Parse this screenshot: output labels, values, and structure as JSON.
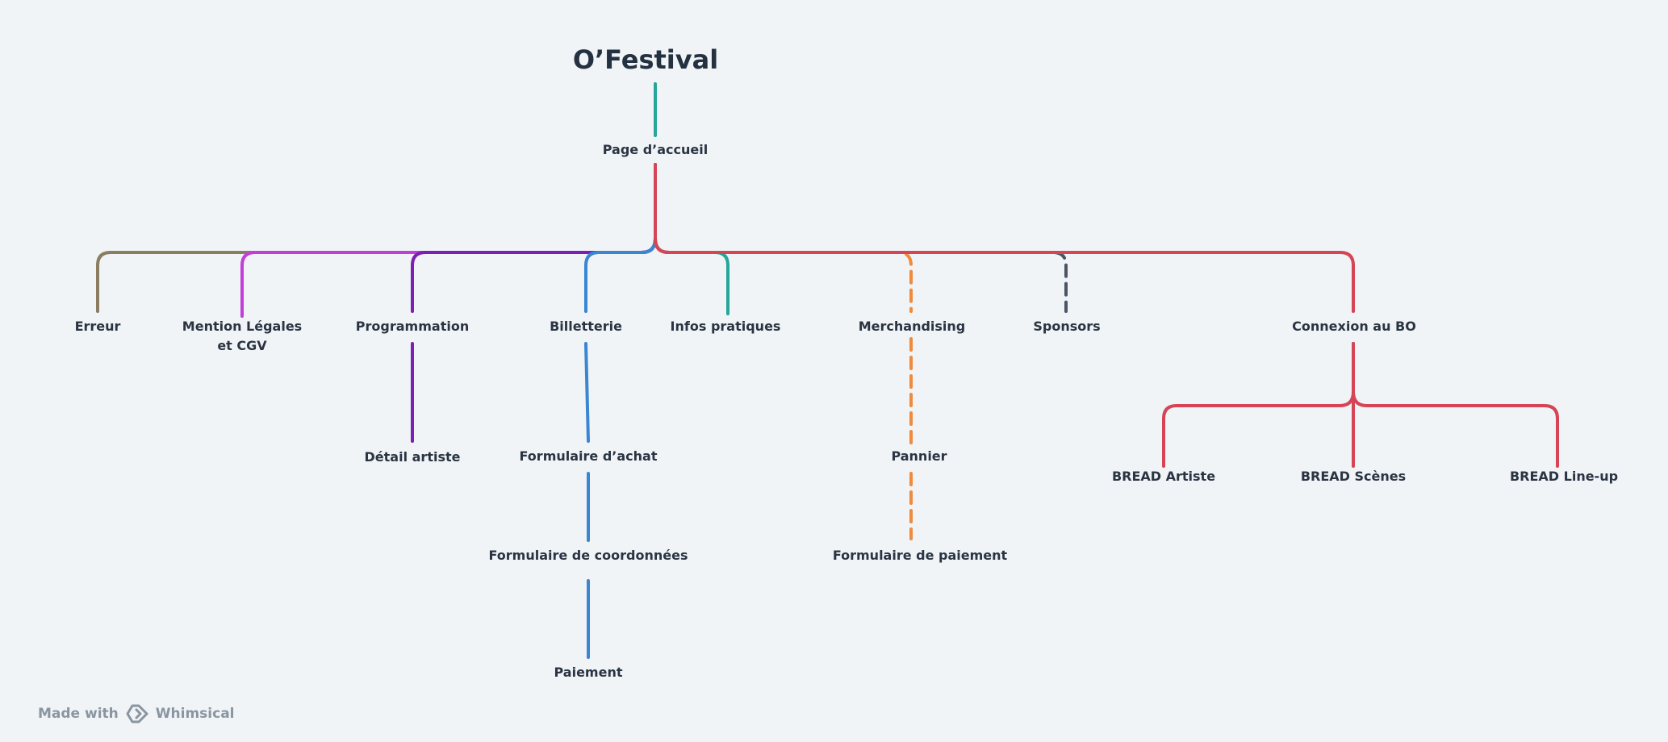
{
  "diagram": {
    "nodes": {
      "root": "O’Festival",
      "home": "Page d’accueil",
      "erreur": "Erreur",
      "mentions": "Mention Légales\net CGV",
      "programmation": "Programmation",
      "detail_artiste": "Détail artiste",
      "billetterie": "Billetterie",
      "formulaire_achat": "Formulaire d’achat",
      "formulaire_coordonnees": "Formulaire de coordonnées",
      "paiement": "Paiement",
      "infos": "Infos pratiques",
      "merchandising": "Merchandising",
      "pannier": "Pannier",
      "formulaire_paiement": "Formulaire de paiement",
      "sponsors": "Sponsors",
      "connexion_bo": "Connexion au BO",
      "bread_artiste": "BREAD Artiste",
      "bread_scenes": "BREAD Scènes",
      "bread_lineup": "BREAD Line-up"
    },
    "edges": [
      {
        "from": "root",
        "to": "home",
        "color": "#26a69a",
        "dashed": false
      },
      {
        "from": "home",
        "to": "erreur",
        "color": "#8b7d62",
        "dashed": false
      },
      {
        "from": "home",
        "to": "mentions",
        "color": "#c13fd8",
        "dashed": false
      },
      {
        "from": "home",
        "to": "programmation",
        "color": "#7b1fb5",
        "dashed": false
      },
      {
        "from": "home",
        "to": "billetterie",
        "color": "#3a86d2",
        "dashed": false
      },
      {
        "from": "home",
        "to": "infos",
        "color": "#26a69a",
        "dashed": false
      },
      {
        "from": "home",
        "to": "merchandising",
        "color": "#f08a3c",
        "dashed": true
      },
      {
        "from": "home",
        "to": "sponsors",
        "color": "#4b5563",
        "dashed": true
      },
      {
        "from": "home",
        "to": "connexion_bo",
        "color": "#d64555",
        "dashed": false
      },
      {
        "from": "programmation",
        "to": "detail_artiste",
        "color": "#7b1fb5",
        "dashed": false
      },
      {
        "from": "billetterie",
        "to": "formulaire_achat",
        "color": "#3a86d2",
        "dashed": false
      },
      {
        "from": "formulaire_achat",
        "to": "formulaire_coordonnees",
        "color": "#3a86d2",
        "dashed": false
      },
      {
        "from": "formulaire_coordonnees",
        "to": "paiement",
        "color": "#3a86d2",
        "dashed": false
      },
      {
        "from": "merchandising",
        "to": "pannier",
        "color": "#f08a3c",
        "dashed": true
      },
      {
        "from": "pannier",
        "to": "formulaire_paiement",
        "color": "#f08a3c",
        "dashed": true
      },
      {
        "from": "connexion_bo",
        "to": "bread_artiste",
        "color": "#d64555",
        "dashed": false
      },
      {
        "from": "connexion_bo",
        "to": "bread_scenes",
        "color": "#d64555",
        "dashed": false
      },
      {
        "from": "connexion_bo",
        "to": "bread_lineup",
        "color": "#d64555",
        "dashed": false
      }
    ]
  },
  "footer": {
    "made_with": "Made with",
    "brand": "Whimsical",
    "logo_icon": "whimsical-logo-icon"
  }
}
